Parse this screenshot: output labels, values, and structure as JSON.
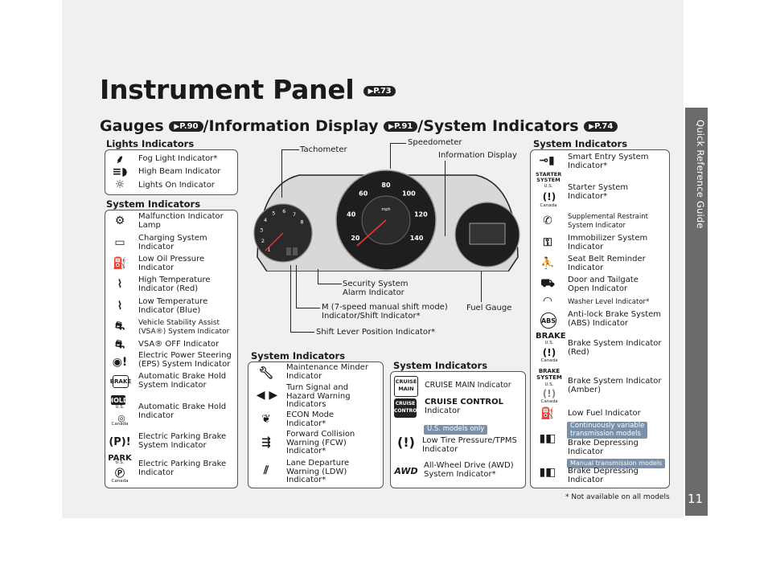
{
  "side_tab": "Quick Reference Guide",
  "page_number": "11",
  "title": "Instrument Panel",
  "title_ref": "P.73",
  "subtitle": {
    "part1": "Gauges",
    "ref1": "P.90",
    "part2": "/Information Display",
    "ref2": "P.91",
    "part3": "/System Indicators",
    "ref3": "P.74"
  },
  "footnote": "* Not available on all models",
  "lights": {
    "heading": "Lights Indicators",
    "items": [
      "Fog Light Indicator*",
      "High Beam Indicator",
      "Lights On Indicator"
    ]
  },
  "left_system": {
    "heading": "System Indicators",
    "items": [
      [
        "Malfunction Indicator",
        "Lamp"
      ],
      [
        "Charging System",
        "Indicator"
      ],
      [
        "Low Oil Pressure",
        "Indicator"
      ],
      [
        "High Temperature",
        "Indicator (Red)"
      ],
      [
        "Low Temperature",
        "Indicator (Blue)"
      ],
      [
        "Vehicle Stability Assist",
        "(VSA®) System Indicator"
      ],
      [
        "VSA® OFF Indicator",
        ""
      ],
      [
        "Electric Power Steering",
        "(EPS) System Indicator"
      ],
      [
        "Automatic Brake Hold",
        "System Indicator"
      ],
      [
        "Automatic Brake Hold",
        "Indicator"
      ],
      [
        "Electric Parking Brake",
        "System Indicator"
      ],
      [
        "Electric Parking Brake",
        "Indicator"
      ]
    ],
    "us": "U.S.",
    "canada": "Canada"
  },
  "middle_system": {
    "heading": "System Indicators",
    "items": [
      [
        "Maintenance Minder",
        "Indicator",
        ""
      ],
      [
        "Turn Signal and",
        "Hazard Warning",
        "Indicators"
      ],
      [
        "ECON Mode",
        "Indicator*",
        ""
      ],
      [
        "Forward Collision",
        "Warning (FCW)",
        "Indicator*"
      ],
      [
        "Lane Departure",
        "Warning (LDW)",
        "Indicator*"
      ]
    ]
  },
  "cruise_system": {
    "heading": "System Indicators",
    "cruise_main": "CRUISE MAIN Indicator",
    "cruise_control_1": "CRUISE CONTROL",
    "cruise_control_2": "Indicator",
    "us_models_only": "U.S. models only",
    "tpms_1": "Low Tire Pressure/TPMS",
    "tpms_2": "Indicator",
    "awd_1": "All-Wheel Drive (AWD)",
    "awd_2": "System Indicator*",
    "icon_main": "CRUISE MAIN",
    "icon_control": "CRUISE CONTROL",
    "icon_awd": "AWD"
  },
  "right_system": {
    "heading": "System Indicators",
    "items": [
      [
        "Smart Entry System",
        "Indicator*"
      ],
      [
        "Starter System",
        "Indicator*"
      ],
      [
        "Supplemental Restraint",
        "System Indicator"
      ],
      [
        "Immobilizer System",
        "Indicator"
      ],
      [
        "Seat Belt Reminder",
        "Indicator"
      ],
      [
        "Door and Tailgate",
        "Open Indicator"
      ],
      [
        "Washer Level Indicator*",
        ""
      ],
      [
        "Anti-lock Brake System",
        "(ABS) Indicator"
      ],
      [
        "Brake System Indicator",
        "(Red)"
      ],
      [
        "Brake System Indicator",
        "(Amber)"
      ],
      [
        "Low Fuel Indicator",
        ""
      ],
      [
        "Brake Depressing",
        "Indicator"
      ],
      [
        "Brake Depressing",
        "Indicator"
      ]
    ],
    "cvt_tag_1": "Continuously variable",
    "cvt_tag_2": "transmission models",
    "mt_tag": "Manual transmission models",
    "starter_icon": "STARTER SYSTEM",
    "brake_icon": "BRAKE",
    "brake_system_icon": "BRAKE SYSTEM"
  },
  "callouts": {
    "tachometer": "Tachometer",
    "speedometer": "Speedometer",
    "info_display": "Information Display",
    "security_1": "Security System",
    "security_2": "Alarm Indicator",
    "m_1": "M (7-speed manual shift mode)",
    "m_2": "Indicator/Shift Indicator*",
    "shift_lever": "Shift Lever Position Indicator*",
    "fuel_gauge": "Fuel Gauge"
  },
  "cluster": {
    "speed_ticks": [
      "20",
      "40",
      "60",
      "80",
      "100",
      "120",
      "140"
    ],
    "tach_ticks": [
      "1",
      "2",
      "3",
      "4",
      "5",
      "6",
      "7",
      "8"
    ],
    "unit": "mph"
  }
}
